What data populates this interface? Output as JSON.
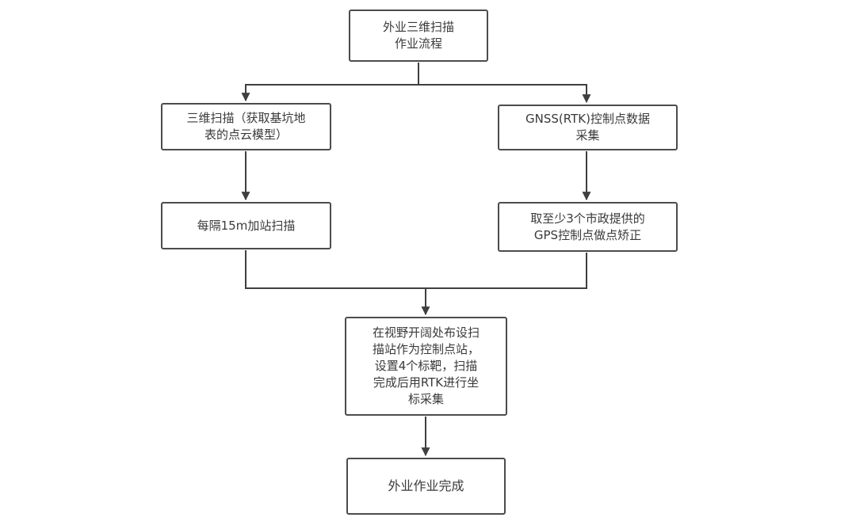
{
  "flowchart": {
    "nodes": {
      "start": {
        "label": "外业三维扫描\n作业流程"
      },
      "scan": {
        "label": "三维扫描（获取基坑地\n表的点云模型）"
      },
      "gnss": {
        "label": "GNSS(RTK)控制点数据\n采集"
      },
      "interval": {
        "label": "每隔15m加站扫描"
      },
      "gps_correct": {
        "label": "取至少3个市政提供的\nGPS控制点做点矫正"
      },
      "setup": {
        "label": "在视野开阔处布设扫\n描站作为控制点站，\n设置4个标靶，扫描\n完成后用RTK进行坐\n标采集"
      },
      "done": {
        "label": "外业作业完成"
      }
    },
    "edges": [
      {
        "from": "start",
        "to": "scan"
      },
      {
        "from": "start",
        "to": "gnss"
      },
      {
        "from": "scan",
        "to": "interval"
      },
      {
        "from": "gnss",
        "to": "gps_correct"
      },
      {
        "from": "interval",
        "to": "setup"
      },
      {
        "from": "gps_correct",
        "to": "setup"
      },
      {
        "from": "setup",
        "to": "done"
      }
    ],
    "colors": {
      "border": "#4c4c4c",
      "line": "#3f3f3f",
      "text": "#3a3a3a",
      "background": "#ffffff"
    }
  }
}
